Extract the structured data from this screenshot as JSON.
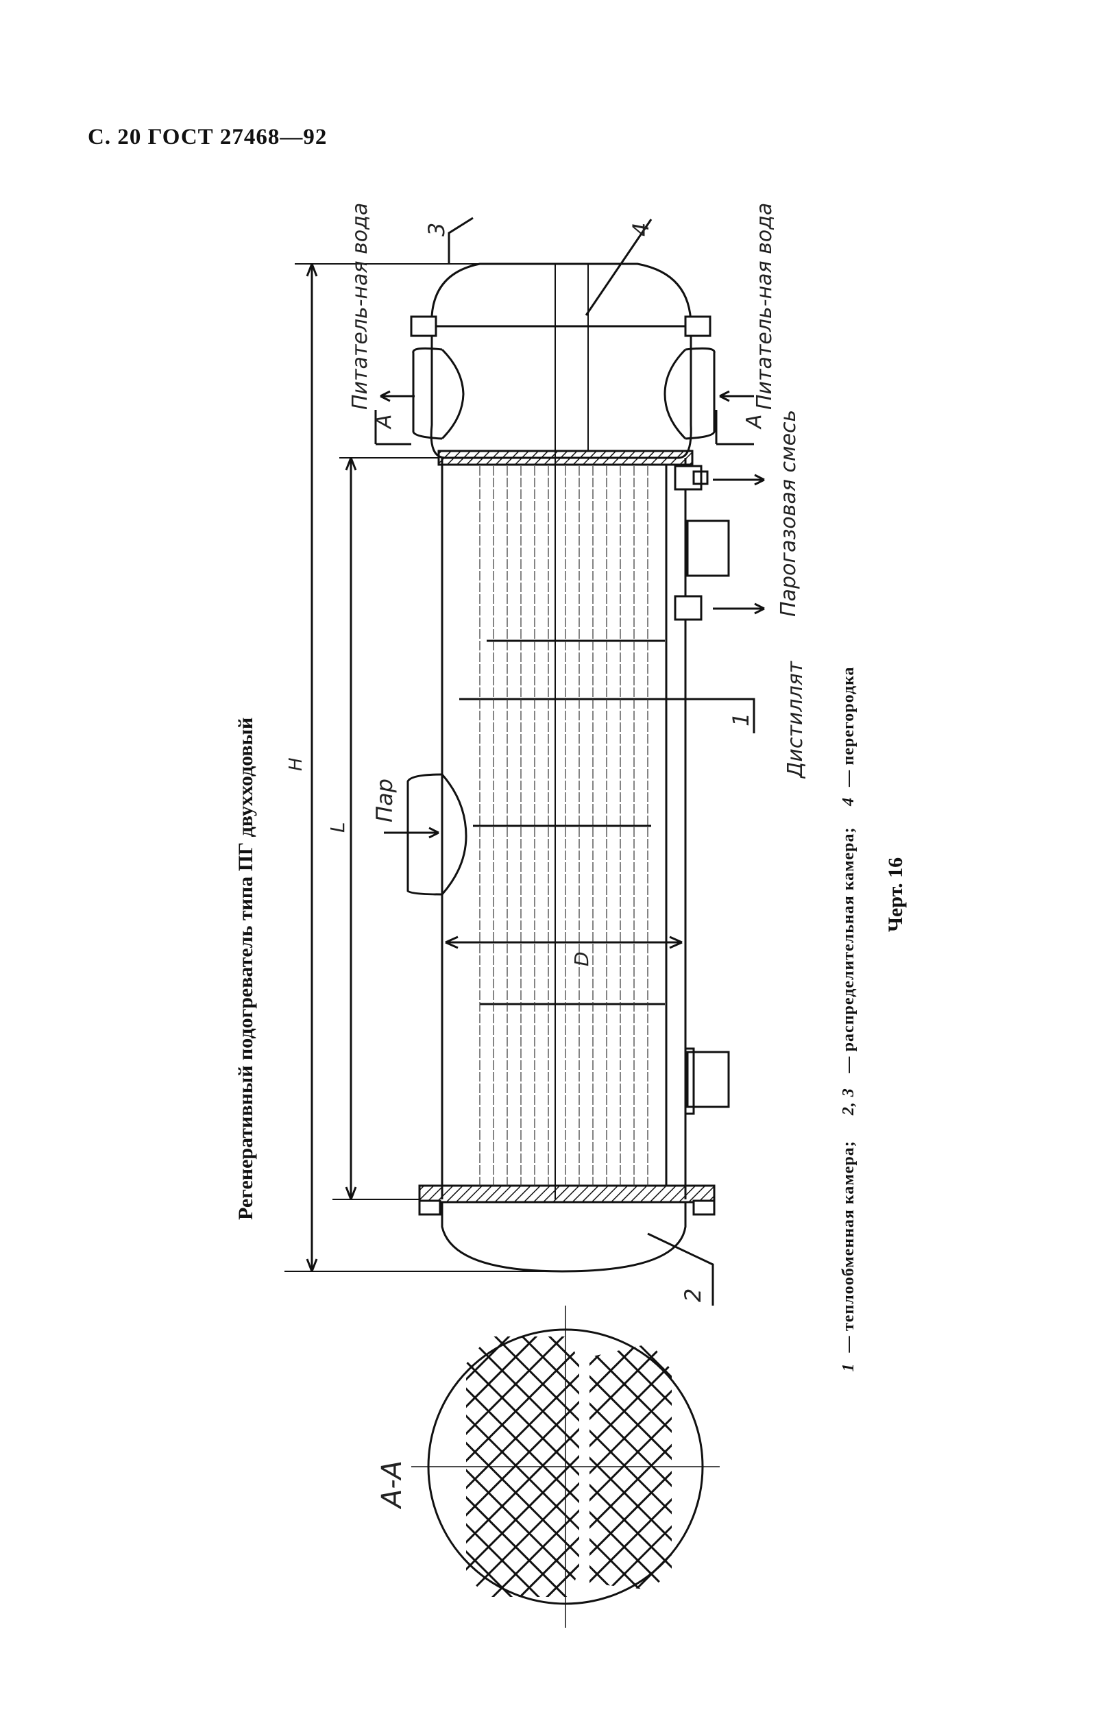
{
  "header": {
    "page_label": "С. 20 ГОСТ 27468—92"
  },
  "figure": {
    "title": "Регенеративный подогреватель типа ПГ двухходовый",
    "chart_number": "Черт. 16",
    "section_label": "А-А",
    "labels": {
      "feed_water_top": "Питатель-ная вода",
      "feed_water_bottom": "Питатель-ная вода",
      "steam_gas_mix": "Парогазовая смесь",
      "distillate": "Дистиллят",
      "steam": "Пар",
      "dim_H": "H",
      "dim_L": "L",
      "dim_D": "D",
      "section_mark_A": "A",
      "num_1": "1",
      "num_2": "2",
      "num_3": "3",
      "num_4": "4"
    }
  },
  "caption": {
    "items": [
      {
        "number": "1",
        "text": "теплообменная камера;"
      },
      {
        "number": "2, 3",
        "text": "распределительная камера;"
      },
      {
        "number": "4",
        "text": "перегородка"
      }
    ]
  }
}
